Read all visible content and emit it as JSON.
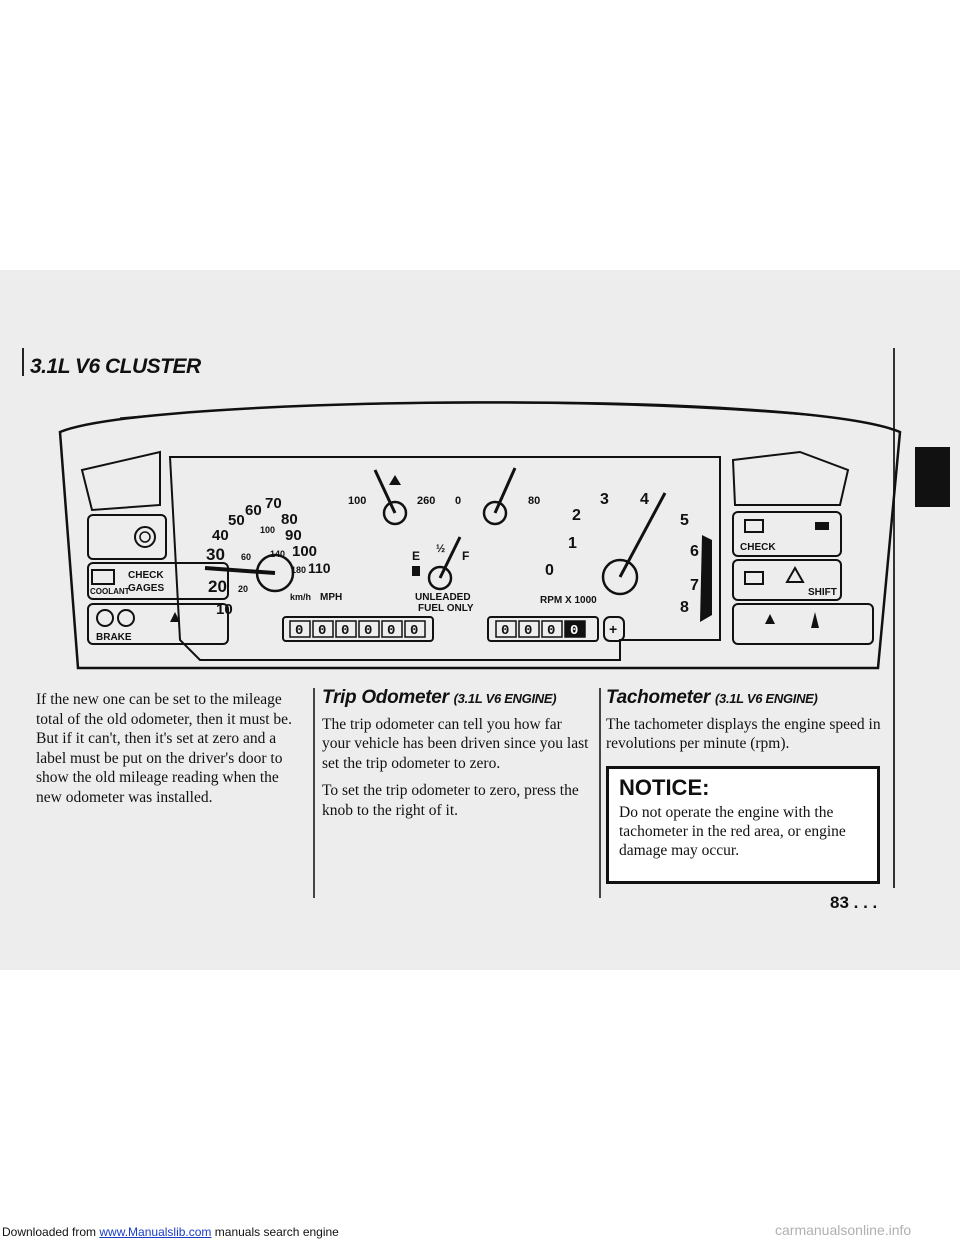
{
  "section": {
    "title": "3.1L V6 CLUSTER"
  },
  "cluster": {
    "left_panel": {
      "check_label": "CHECK",
      "gages_label": "GAGES",
      "coolant_label": "COOLANT",
      "brake_label": "BRAKE"
    },
    "speedometer": {
      "mph_ticks": [
        "10",
        "20",
        "30",
        "40",
        "50",
        "60",
        "70",
        "80",
        "90",
        "100",
        "110"
      ],
      "kmh_ticks": [
        "20",
        "60",
        "100",
        "140",
        "180"
      ],
      "unit_kmh": "km/h",
      "unit_mph": "MPH"
    },
    "temp_gauge": {
      "low": "100",
      "high": "260"
    },
    "fuel_gauge": {
      "empty": "E",
      "half": "½",
      "full": "F",
      "note_line1": "UNLEADED",
      "note_line2": "FUEL ONLY"
    },
    "oil_gauge": {
      "low": "0",
      "high": "80"
    },
    "tachometer": {
      "ticks": [
        "0",
        "1",
        "2",
        "3",
        "4",
        "5",
        "6",
        "7",
        "8"
      ],
      "unit": "RPM X 1000"
    },
    "odometer_digits": [
      "0",
      "0",
      "0",
      "0",
      "0",
      "0"
    ],
    "trip_digits": [
      "0",
      "0",
      "0",
      "0"
    ],
    "right_panel": {
      "check_label": "CHECK",
      "shift_label": "SHIFT"
    }
  },
  "left_column": {
    "text": "If the new one can be set to the mileage total of the old odometer, then it must be. But if it can't, then it's set at zero and a label must be put on the driver's door to show the old mileage reading when the new odometer was installed."
  },
  "trip_odometer": {
    "heading": "Trip Odometer",
    "heading_sub": "(3.1L V6 ENGINE)",
    "para1": "The trip odometer can tell you how far your vehicle has been driven since you last set the trip odometer to zero.",
    "para2": "To set the trip odometer to zero, press the knob to the right of it."
  },
  "tachometer_section": {
    "heading": "Tachometer",
    "heading_sub": "(3.1L V6 ENGINE)",
    "para": "The tachometer displays the engine speed in revolutions per minute (rpm)."
  },
  "notice": {
    "title": "NOTICE:",
    "body": "Do not operate the engine with the tachometer in the red area, or engine damage may occur."
  },
  "page": {
    "number": "83 . . ."
  },
  "footer": {
    "prefix": "Downloaded from ",
    "link": "www.Manualslib.com",
    "suffix": " manuals search engine",
    "watermark": "carmanualsonline.info"
  }
}
